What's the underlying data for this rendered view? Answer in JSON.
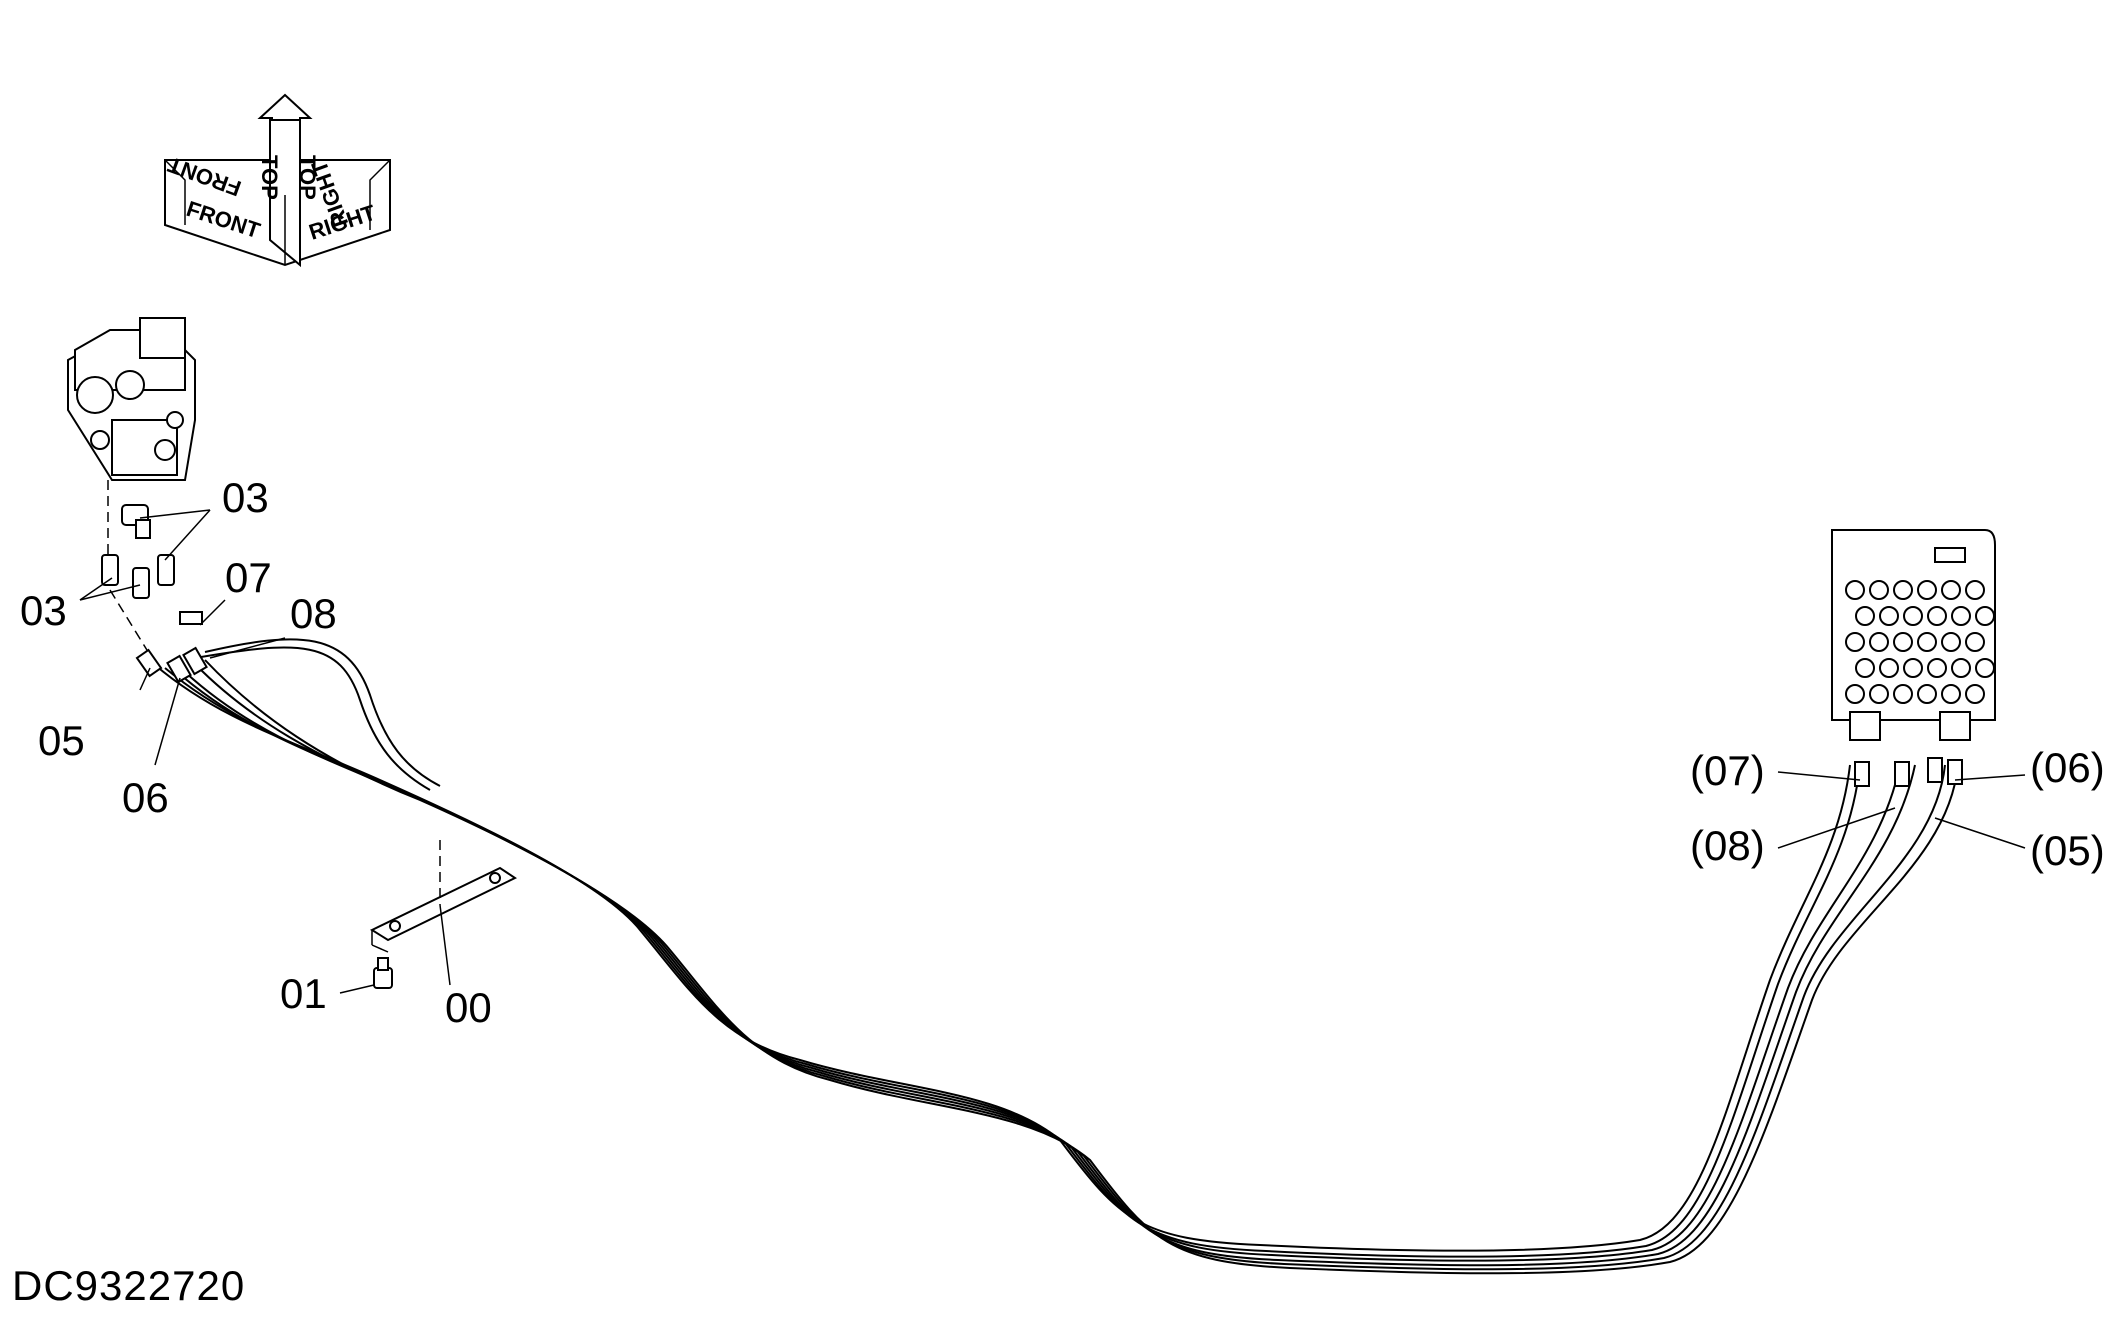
{
  "diagram": {
    "drawing_id": "DC9322720",
    "orientation": {
      "labels": [
        "FRONT",
        "FRONT",
        "TOP",
        "TOP",
        "RIGHT",
        "RIGHT"
      ]
    },
    "callouts": {
      "c00": "00",
      "c01": "01",
      "c03_top": "03",
      "c03_left": "03",
      "c05": "05",
      "c06": "06",
      "c07": "07",
      "c08": "08",
      "c07_ref": "(07)",
      "c08_ref": "(08)",
      "c06_ref": "(06)",
      "c05_ref": "(05)"
    }
  }
}
